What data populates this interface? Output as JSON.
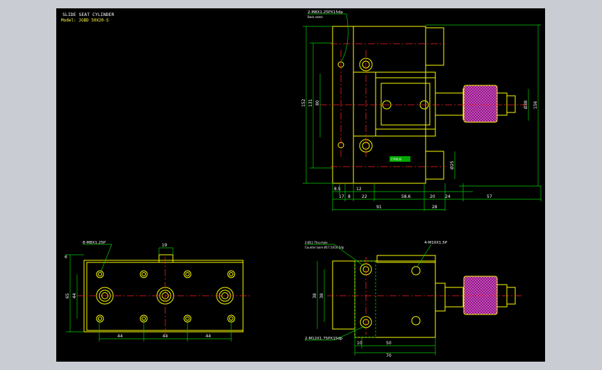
{
  "title": {
    "name": "SLIDE SEAT CYLINDER",
    "model": "Model: JGBD 50X20-S"
  },
  "top_view": {
    "callout_thread": "2-M8X1.25PX15dp",
    "callout_sub": "Back same",
    "brand_label": "CYRILIS",
    "dims_left": [
      "152",
      "131",
      "80"
    ],
    "dims_right": [
      "Ø38",
      "156"
    ],
    "dims_phi": "Ø25",
    "dims_bottom_row1": [
      "8.5",
      "12"
    ],
    "dims_bottom_row2": [
      "17",
      "8",
      "22",
      "58.6",
      "20",
      "24",
      "57"
    ],
    "dims_bottom_row3": [
      "91",
      "28"
    ]
  },
  "bottom_left_view": {
    "callout": "8-M8X1.25P",
    "top_dim": "19",
    "left_dims": [
      "6",
      "65",
      "44"
    ],
    "bottom_dims": [
      "44",
      "44",
      "44"
    ]
  },
  "bottom_right_view": {
    "callout_a": "2-Ø11  Thru-hole",
    "callout_b": "Counter bore  Ø17.5X10.5dp",
    "callout_c": "4-M10X1.5P",
    "callout_d": "2-M12X1.75PX15dp",
    "left_dims": [
      "38",
      "38"
    ],
    "bottom_dims": [
      "10",
      "50",
      "70"
    ]
  }
}
